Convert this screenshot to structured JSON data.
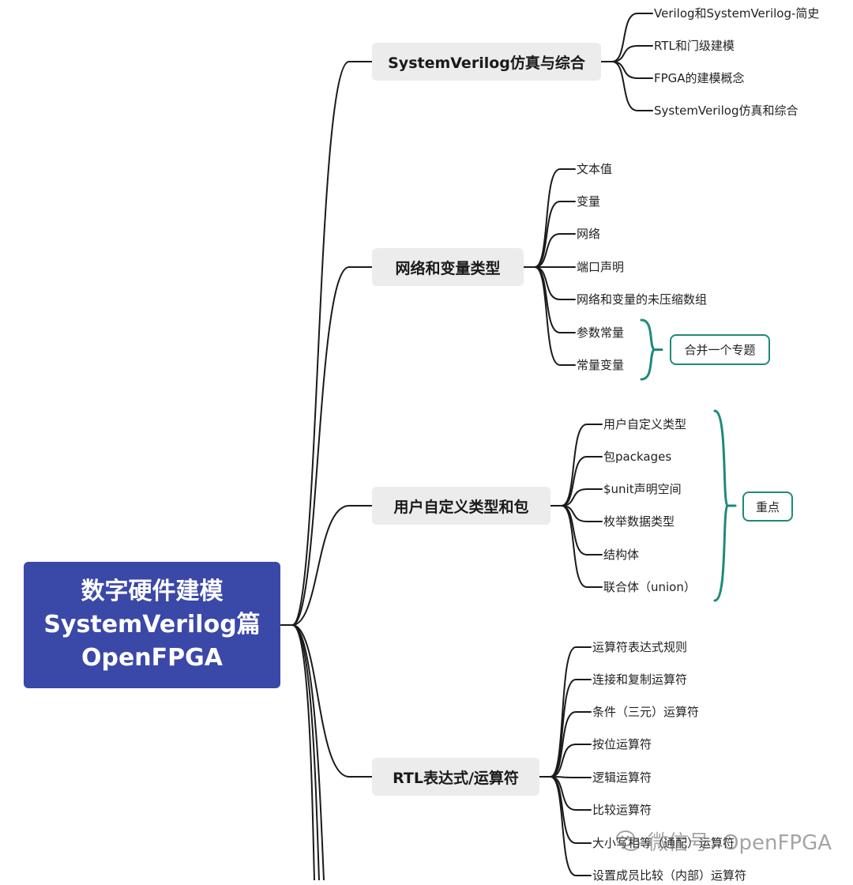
{
  "root": {
    "title": "数字硬件建模\nSystemVerilog篇\nOpenFPGA"
  },
  "branches": [
    {
      "label": "SystemVerilog仿真与综合",
      "children": [
        "Verilog和SystemVerilog-简史",
        "RTL和门级建模",
        "FPGA的建模概念",
        "SystemVerilog仿真和综合"
      ]
    },
    {
      "label": "网络和变量类型",
      "children": [
        "文本值",
        "变量",
        "网络",
        "端口声明",
        "网络和变量的未压缩数组",
        "参数常量",
        "常量变量"
      ],
      "callout": "合并一个专题"
    },
    {
      "label": "用户自定义类型和包",
      "children": [
        "用户自定义类型",
        "包packages",
        "$unit声明空间",
        "枚举数据类型",
        "结构体",
        "联合体（union）"
      ],
      "callout": "重点"
    },
    {
      "label": "RTL表达式/运算符",
      "children": [
        "运算符表达式规则",
        "连接和复制运算符",
        "条件（三元）运算符",
        "按位运算符",
        "逻辑运算符",
        "比较运算符",
        "大小写相等（通配）运算符",
        "设置成员比较（内部）运算符"
      ]
    }
  ],
  "watermark": {
    "text": "微信号: OpenFPGA"
  },
  "colors": {
    "root_fill": "#3a48a8",
    "branch_fill": "#ececec",
    "callout_accent": "#1e8a7a",
    "edge": "#1a1a1a"
  }
}
